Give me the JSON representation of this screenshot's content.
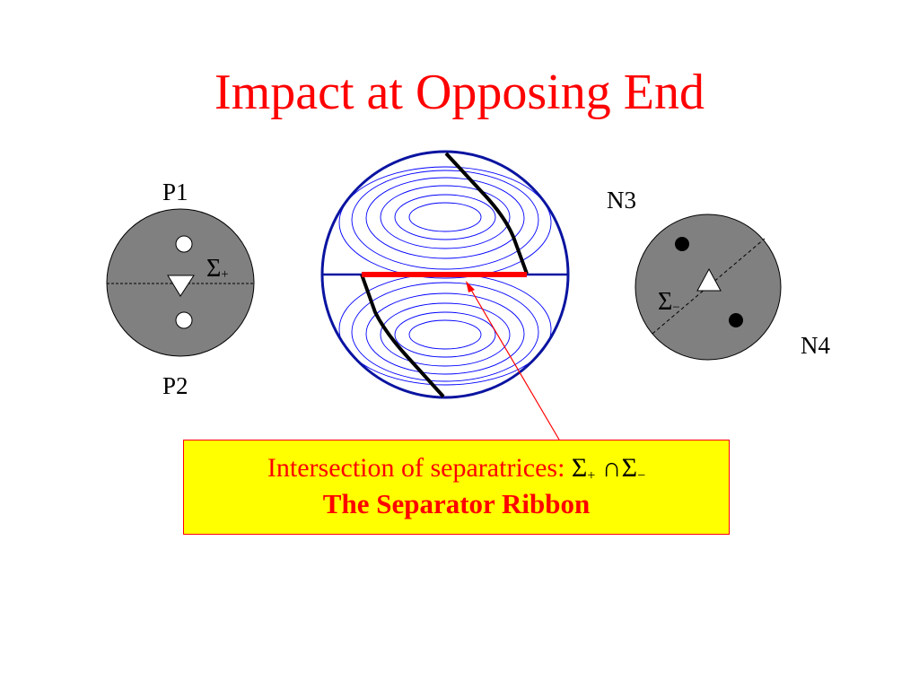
{
  "title": "Impact at Opposing End",
  "labels": {
    "p1": "P1",
    "p2": "P2",
    "n3": "N3",
    "n4": "N4"
  },
  "sigma_plus": {
    "symbol": "Σ",
    "sub": "+"
  },
  "sigma_minus": {
    "symbol": "Σ",
    "sub": "−"
  },
  "callout": {
    "line1_text": "Intersection of separatrices:",
    "line1_math": {
      "sigma": "Σ",
      "plus": "+",
      "cap": "∩",
      "minus": "−"
    },
    "line2": "The Separator Ribbon"
  },
  "colors": {
    "title": "#ff0000",
    "disk_fill": "#808080",
    "sphere_lines": "#0000ff",
    "sphere_outline": "#0a14a0",
    "ribbon": "#ff0000",
    "callout_bg": "#ffff00",
    "callout_border": "#ff0000"
  }
}
